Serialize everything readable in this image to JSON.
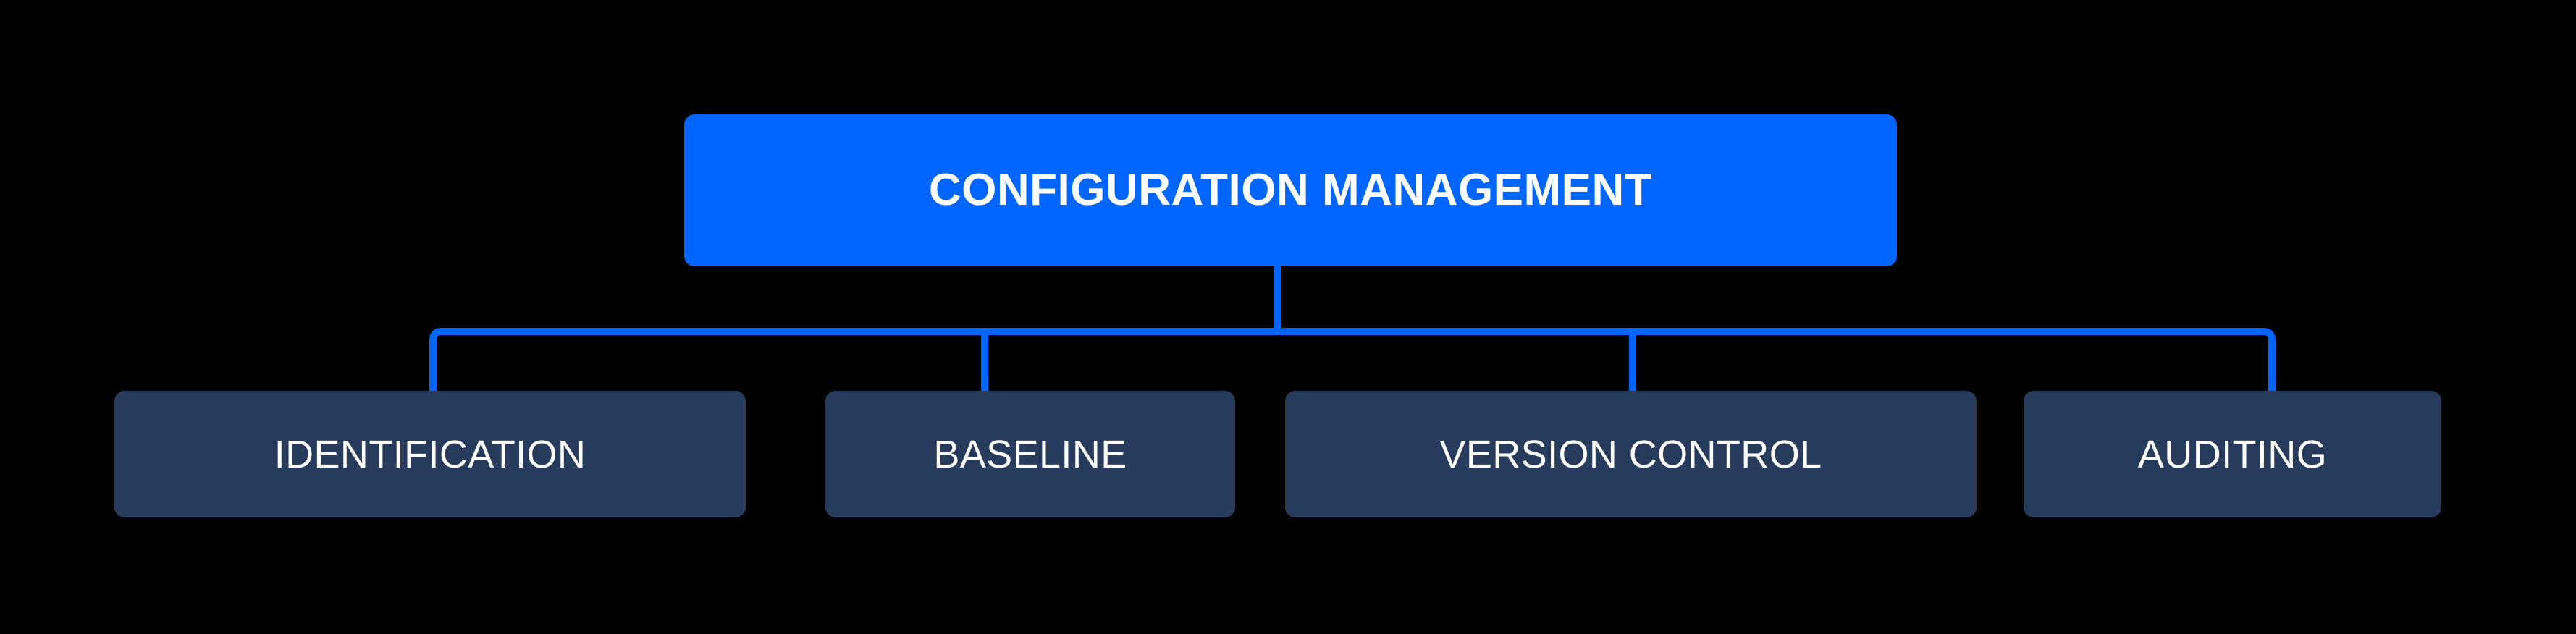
{
  "diagram": {
    "title": "CONFIGURATION MANAGEMENT",
    "type": "hierarchy-tree",
    "orientation": "top-down",
    "background_color": "#000000",
    "root": {
      "label": "CONFIGURATION MANAGEMENT",
      "fill_color": "#0066ff",
      "text_color": "#ffffff"
    },
    "children": [
      {
        "label": "IDENTIFICATION",
        "fill_color": "#273c5c",
        "text_color": "#ffffff"
      },
      {
        "label": "BASELINE",
        "fill_color": "#273c5c",
        "text_color": "#ffffff"
      },
      {
        "label": "VERSION CONTROL",
        "fill_color": "#273c5c",
        "text_color": "#ffffff"
      },
      {
        "label": "AUDITING",
        "fill_color": "#273c5c",
        "text_color": "#ffffff"
      }
    ],
    "connector": {
      "color": "#0066ff",
      "thickness": 10,
      "style": "orthogonal-elbow"
    }
  }
}
